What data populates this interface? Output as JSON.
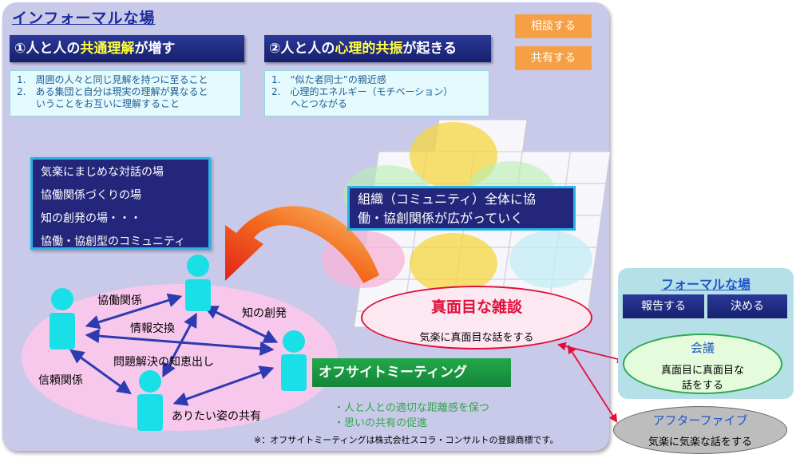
{
  "informal": {
    "title": "インフォーマルな場",
    "btn_consult": "相談する",
    "btn_share": "共有する",
    "heading1": {
      "pre": "①人と人の",
      "hl1": "共通理",
      "hl2": "解",
      "post": "が増す"
    },
    "heading2": {
      "pre": "②人と人の",
      "hl1": "心理的共",
      "hl2": "振",
      "post": "が起きる"
    },
    "list1": [
      "1.　周囲の人々と同じ見解を持つに至ること",
      "2.　ある集団と自分は現実の理解が異なると",
      "　　いうことをお互いに理解すること"
    ],
    "list2": [
      "1.　“似た者同士”の親近感",
      "2.　心理的エネルギー（モチベーション）",
      "　　へとつながる"
    ],
    "purposes": [
      "気楽にまじめな対話の場",
      "協働関係づくりの場",
      "知の創発の場・・・",
      "協働・協創型のコミュニティ"
    ],
    "org_text_line1": "組織（コミュニティ）全体に協",
    "org_text_line2": "働・協創関係が広がっていく",
    "zatsudan_title": "真面目な雑談",
    "zatsudan_sub": "気楽に真面目な話をする",
    "relations": {
      "collab": "協働関係",
      "info": "情報交換",
      "emerge": "知の創発",
      "problem": "問題解決の知恵出し",
      "trust": "信頼関係",
      "vision": "ありたい姿の共有"
    },
    "offsite_title": "オフサイトミーティング",
    "offsite_points": [
      "・人と人との適切な距離感を保つ",
      "・思いの共有の促進"
    ],
    "note": "※：オフサイトミーティングは株式会社スコラ・コンサルトの登録商標です。"
  },
  "formal": {
    "title": "フォーマルな場",
    "btn_report": "報告する",
    "btn_decide": "決める",
    "meeting_title": "会議",
    "meeting_line1": "真面目に真面目な",
    "meeting_line2": "話をする"
  },
  "after_five": {
    "title": "アフターファイブ",
    "sub": "気楽に気楽な話をする"
  },
  "colors": {
    "navy": "#23267a",
    "cyan_border": "#27b3e6",
    "orange": "#f6a045",
    "green": "#22a84a",
    "red": "#e0103a",
    "person": "#19e0e6"
  }
}
